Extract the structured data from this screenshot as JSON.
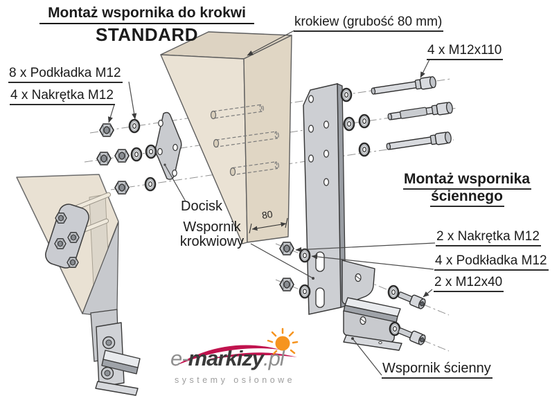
{
  "title": {
    "line1": "Montaż wspornika do krokwi",
    "line2": "STANDARD"
  },
  "section_wall": {
    "line1": "Montaż wspornika",
    "line2": "ściennego"
  },
  "callouts": {
    "rafter": "krokiew (grubość 80 mm)",
    "bolts_long": "4 x M12x110",
    "washers_8": "8 x Podkładka M12",
    "nuts_4": "4 x Nakrętka M12",
    "pressure_plate": "Docisk",
    "rafter_bracket_line1": "Wspornik",
    "rafter_bracket_line2": "krokwiowy",
    "nuts_2": "2 x Nakrętka M12",
    "washers_4": "4 x Podkładka M12",
    "bolts_short": "2 x M12x40",
    "wall_bracket": "Wspornik ścienny"
  },
  "dimension": {
    "beam_thickness": "80"
  },
  "logo": {
    "prefix": "e-",
    "brand": "markizy",
    "suffix": ".pl",
    "tagline": "systemy osłonowe"
  },
  "colors": {
    "wood_light": "#eae2d4",
    "wood_dark": "#ddd3c2",
    "metal": "#cdd0d4",
    "metal_dark": "#9aa0a6",
    "outline": "#2b2b2b",
    "logo_red": "#c0134e",
    "logo_orange": "#f6941f"
  }
}
